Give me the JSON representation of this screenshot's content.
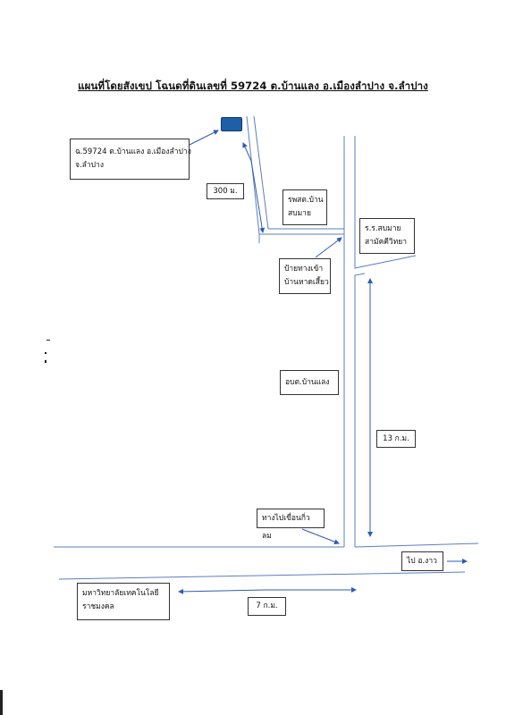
{
  "title": "แผนที่โดยสังเขป โฉนดที่ดินเลขที่ 59724 ต.บ้านแลง อ.เมืองลำปาง จ.ลำปาง",
  "labels": {
    "parcel": [
      "ฉ.59724 ต.บ้านแลง อ.เมืองลำปาง",
      "จ.ลำปาง"
    ],
    "dist_300": "300 ม.",
    "health": [
      "รพสต.บ้าน",
      "สบมาย"
    ],
    "school": [
      "ร.ร.สบมาย",
      "สามัคคีวิทยา"
    ],
    "sign": [
      "ป้ายทางเข้า",
      "บ้านหาดเสี้ยว"
    ],
    "sao": "อบต.บ้านแลง",
    "dist_13": "13 ก.ม.",
    "dam_road": "ทางไปเขื่อนกิ่วลม",
    "to_ngao": "ไป อ.งาว",
    "university": [
      "มหาวิทยาลัยเทคโนโลยี",
      "ราชมงคล"
    ],
    "dist_7": "7 ก.ม."
  },
  "colors": {
    "road": "#5a7fc0",
    "arrow": "#2d5db0",
    "marker": "#1f5fa8"
  }
}
